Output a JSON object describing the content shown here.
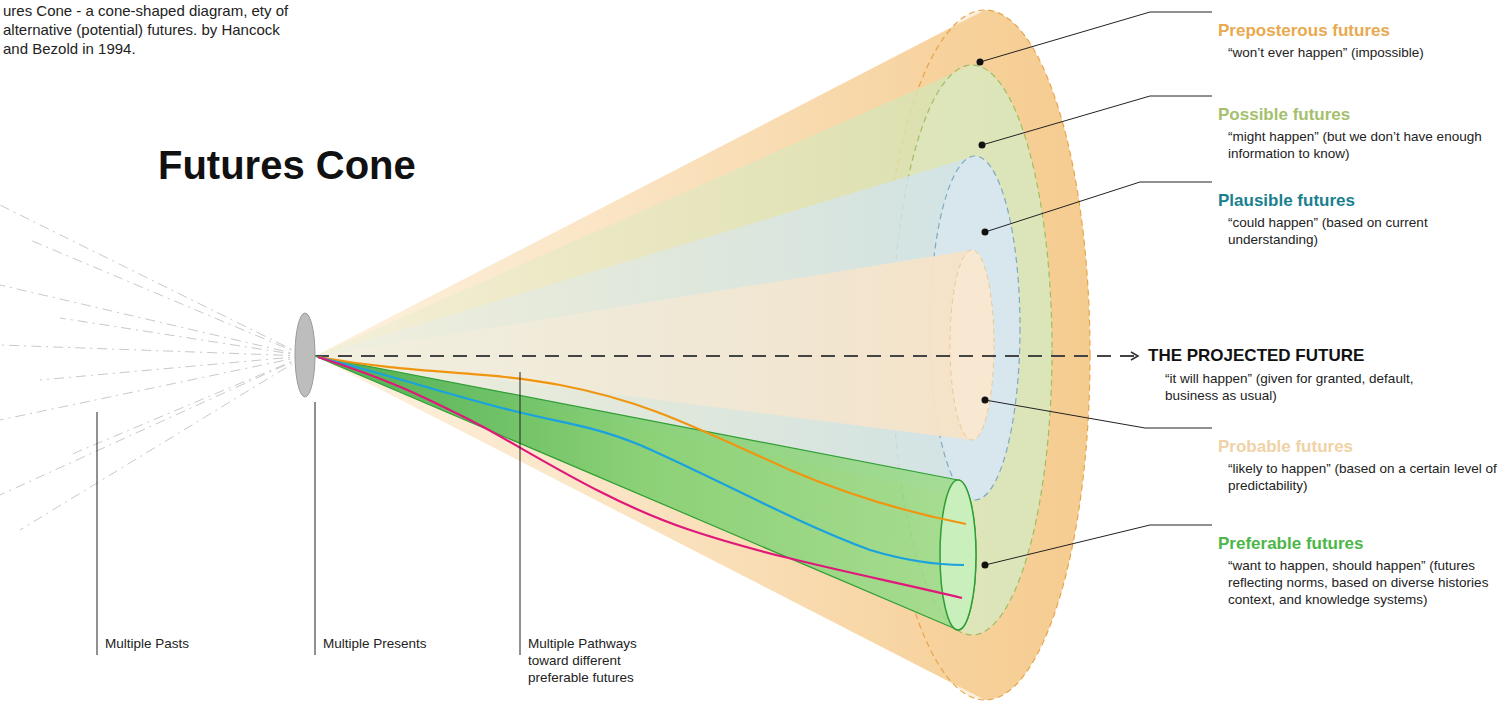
{
  "diagram": {
    "title": "Futures Cone",
    "caption": "ures Cone - a cone-shaped diagram, ety of alternative (potential) futures. by Hancock and Bezold in 1994.",
    "labels": [
      "Preposterous futures",
      "“won’t ever happen” (impossible)",
      "Possible futures",
      "“might happen” (but we don’t have enough information to know)",
      "Plausible futures",
      "“could happen” (based on current understanding)",
      "THE PROJECTED FUTURE",
      "“it will happen” (given for granted, default, business as usual)",
      "Probable futures",
      "“likely to happen” (based on a certain level of predictability)",
      "Preferable futures",
      "“want to happen, should happen” (futures reflecting norms, based on diverse histories context, and knowledge systems)",
      "Multiple Pasts",
      "Multiple Presents",
      "Multiple Pathways toward different preferable futures"
    ]
  }
}
